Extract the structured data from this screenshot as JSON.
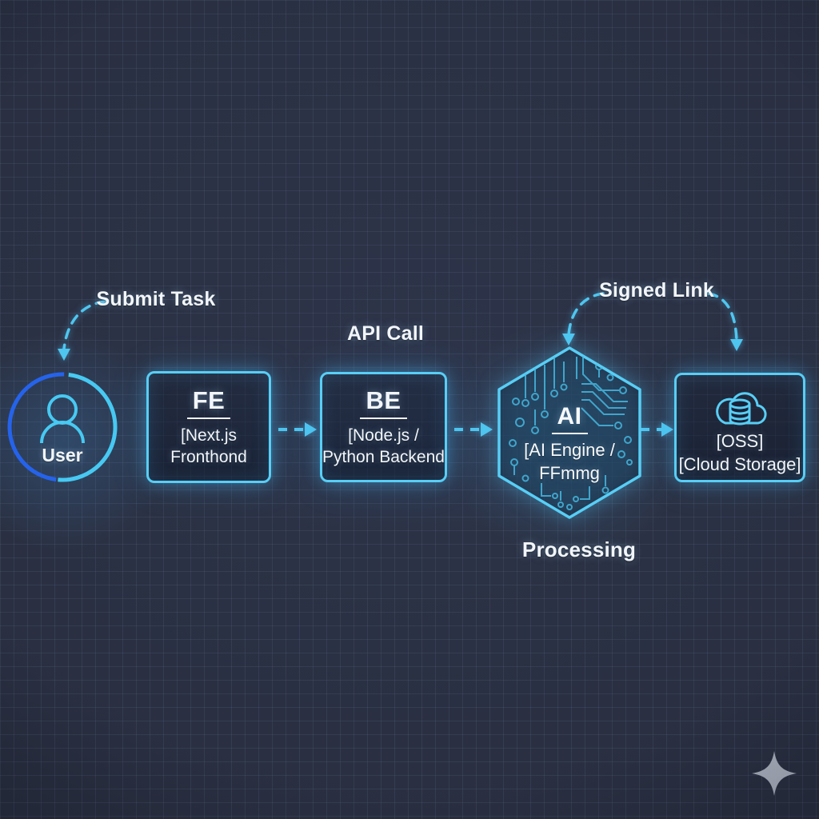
{
  "canvas": {
    "width": "1024",
    "height": "1024"
  },
  "colors": {
    "background": "#2a3042",
    "grid_line": "#3c465c",
    "accent_cyan": "#58cef5",
    "arrow_cyan": "#4fc6ef",
    "ring_blue": "#2563eb",
    "text": "#f2f6fb",
    "sparkle": "#b3bac6"
  },
  "flow_labels": {
    "submit_task": "Submit Task",
    "api_call": "API Call",
    "signed_link": "Signed Link",
    "processing": "Processing"
  },
  "nodes": {
    "user": {
      "label": "User",
      "icon": "person-icon"
    },
    "frontend": {
      "title": "FE",
      "line1": "[Next.js",
      "line2": "Fronthond"
    },
    "backend": {
      "title": "BE",
      "line1": "[Node.js /",
      "line2": "Python Backend"
    },
    "ai": {
      "title": "AI",
      "line1": "[AI Engine /",
      "line2": "FFmmg",
      "icon": "circuit-board-pattern"
    },
    "storage": {
      "line1": "[OSS]",
      "line2": "[Cloud Storage]",
      "icon": "cloud-database-icon"
    }
  },
  "watermark": {
    "icon": "sparkle-icon"
  }
}
